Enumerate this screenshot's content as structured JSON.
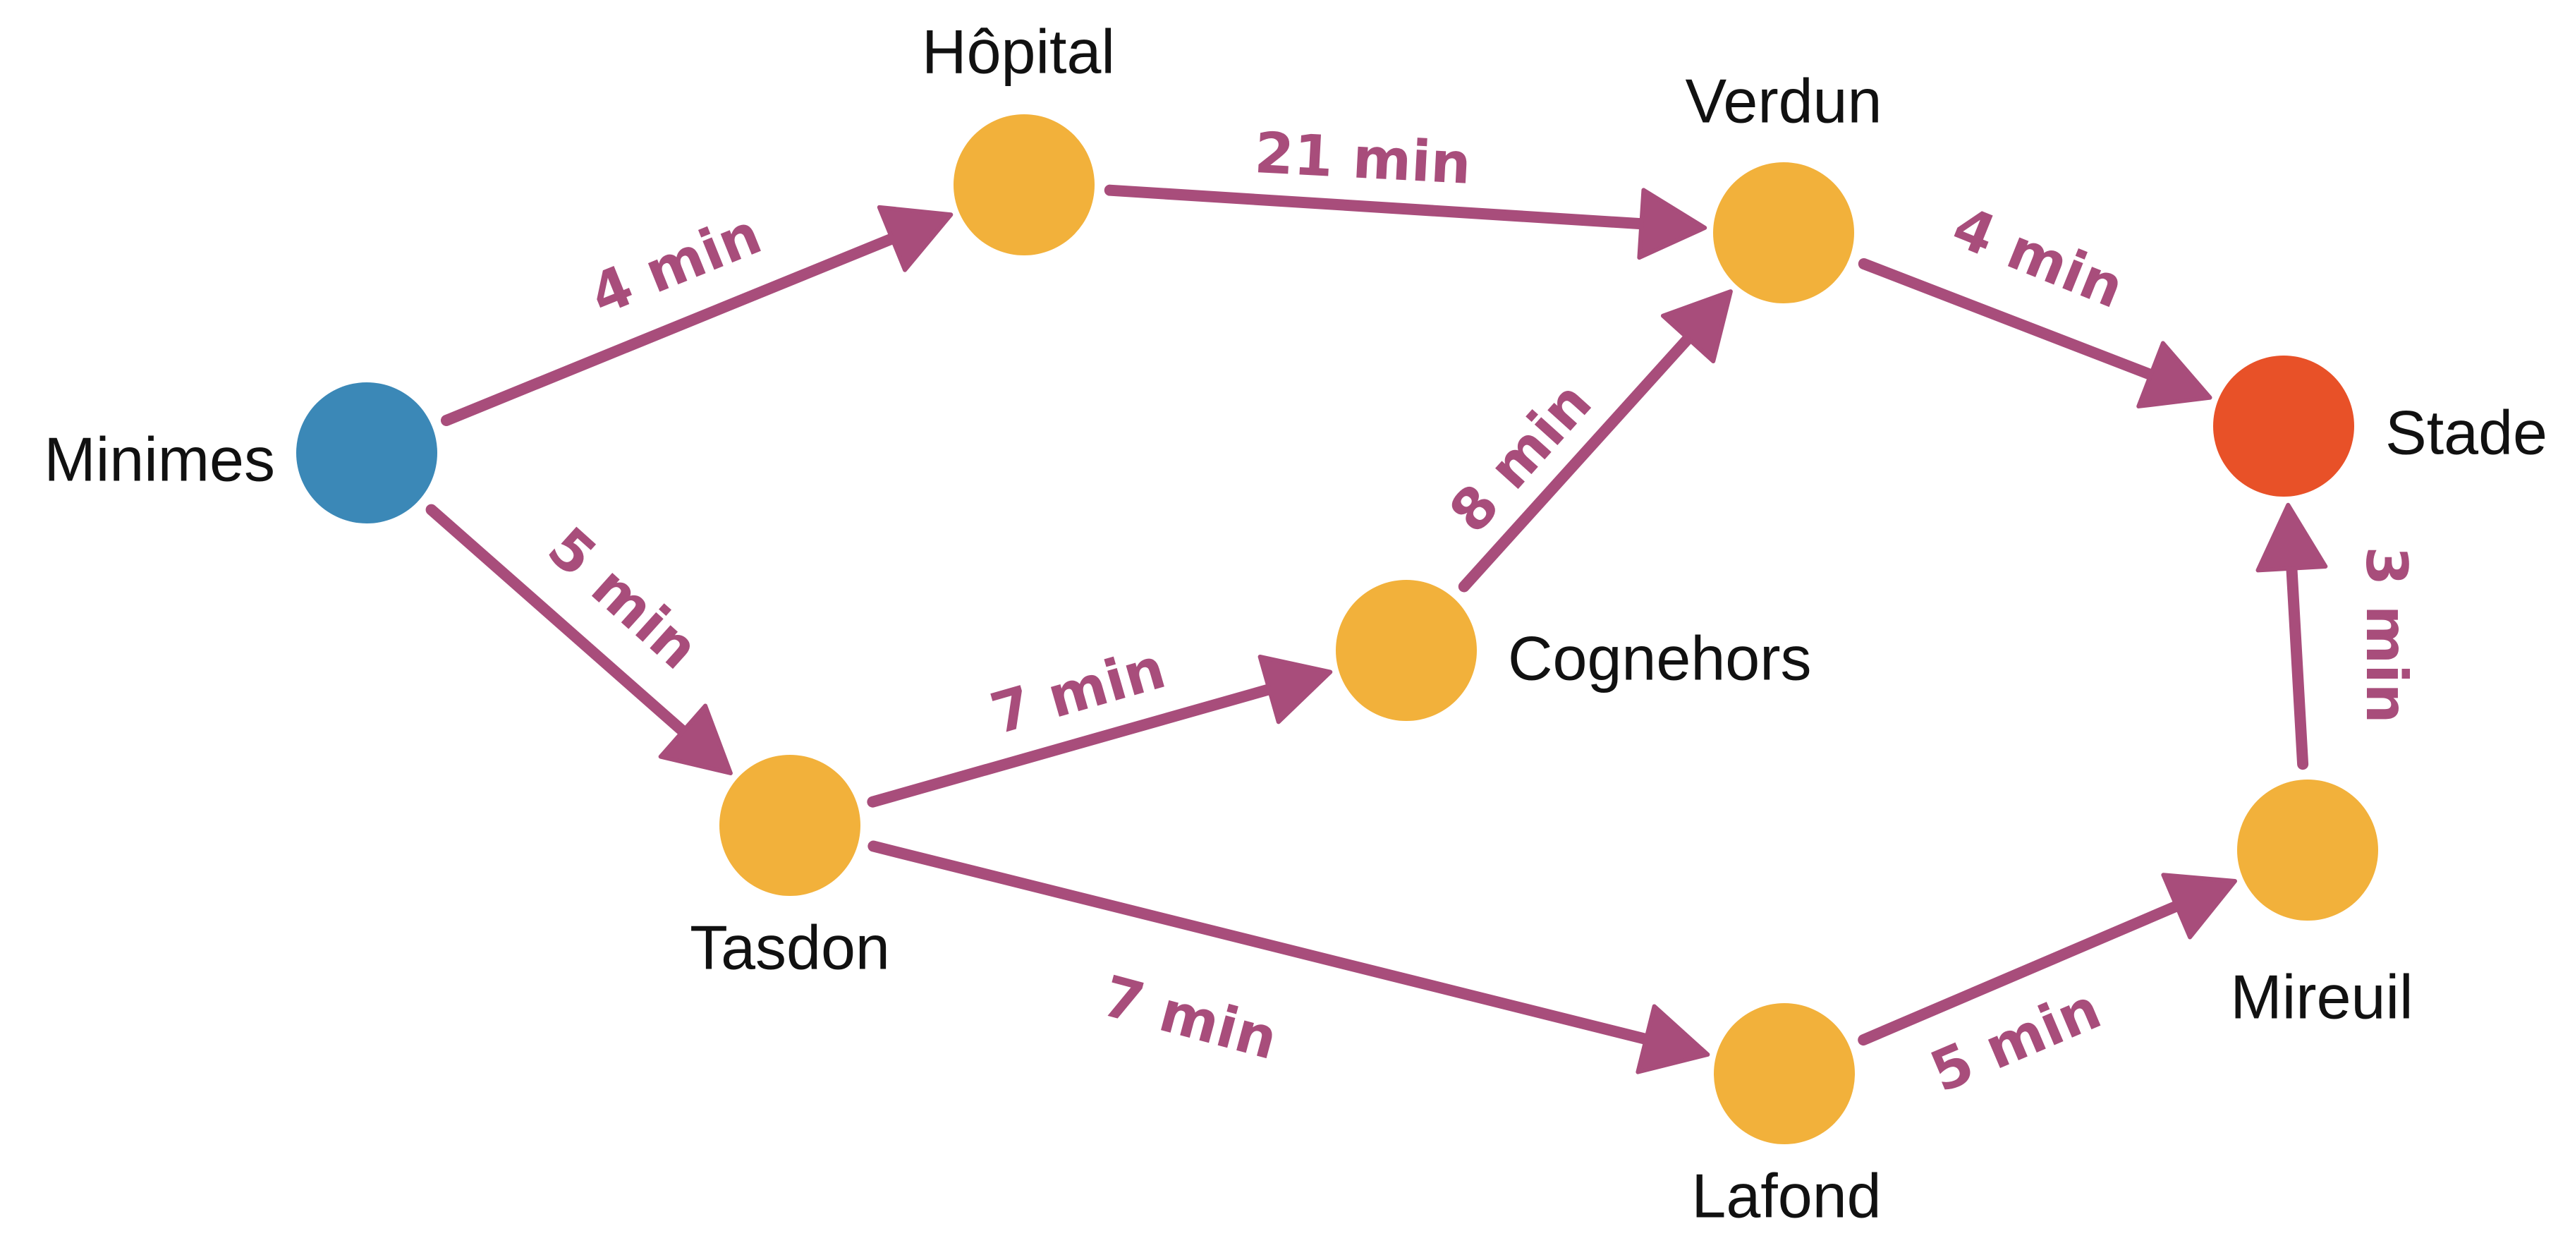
{
  "colors": {
    "start": "#3b88b7",
    "intermediate": "#f2b13b",
    "destination": "#e85128",
    "edge": "#a84d7b",
    "label_text": "#111111"
  },
  "nodes": [
    {
      "id": "minimes",
      "label": "Minimes",
      "role": "start"
    },
    {
      "id": "hopital",
      "label": "Hôpital",
      "role": "intermediate"
    },
    {
      "id": "verdun",
      "label": "Verdun",
      "role": "intermediate"
    },
    {
      "id": "stade",
      "label": "Stade",
      "role": "destination"
    },
    {
      "id": "tasdon",
      "label": "Tasdon",
      "role": "intermediate"
    },
    {
      "id": "cognehors",
      "label": "Cognehors",
      "role": "intermediate"
    },
    {
      "id": "lafond",
      "label": "Lafond",
      "role": "intermediate"
    },
    {
      "id": "mireuil",
      "label": "Mireuil",
      "role": "intermediate"
    }
  ],
  "edges": [
    {
      "from": "minimes",
      "to": "hopital",
      "label": "4 min"
    },
    {
      "from": "hopital",
      "to": "verdun",
      "label": "21 min"
    },
    {
      "from": "verdun",
      "to": "stade",
      "label": "4 min"
    },
    {
      "from": "minimes",
      "to": "tasdon",
      "label": "5 min"
    },
    {
      "from": "tasdon",
      "to": "cognehors",
      "label": "7 min"
    },
    {
      "from": "cognehors",
      "to": "verdun",
      "label": "8 min"
    },
    {
      "from": "tasdon",
      "to": "lafond",
      "label": "7 min"
    },
    {
      "from": "lafond",
      "to": "mireuil",
      "label": "5 min"
    },
    {
      "from": "mireuil",
      "to": "stade",
      "label": "3 min"
    }
  ]
}
